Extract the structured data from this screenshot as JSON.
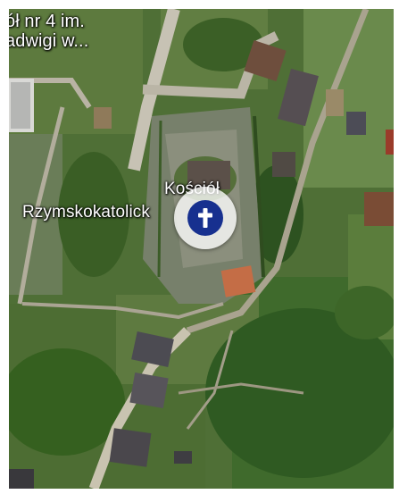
{
  "map": {
    "type": "satellite",
    "colors": {
      "vegetation": "#4e6e36",
      "road": "#b9b3a4",
      "pin_background": "#ffffff",
      "pin_accent": "#17308f"
    }
  },
  "labels": {
    "school_line1": "ół nr 4 im.",
    "school_line2": "adwigi w...",
    "church_line1": "Kościół",
    "church_line2": "Rzymskokatolick"
  },
  "marker": {
    "icon": "cross-icon",
    "category": "church"
  }
}
